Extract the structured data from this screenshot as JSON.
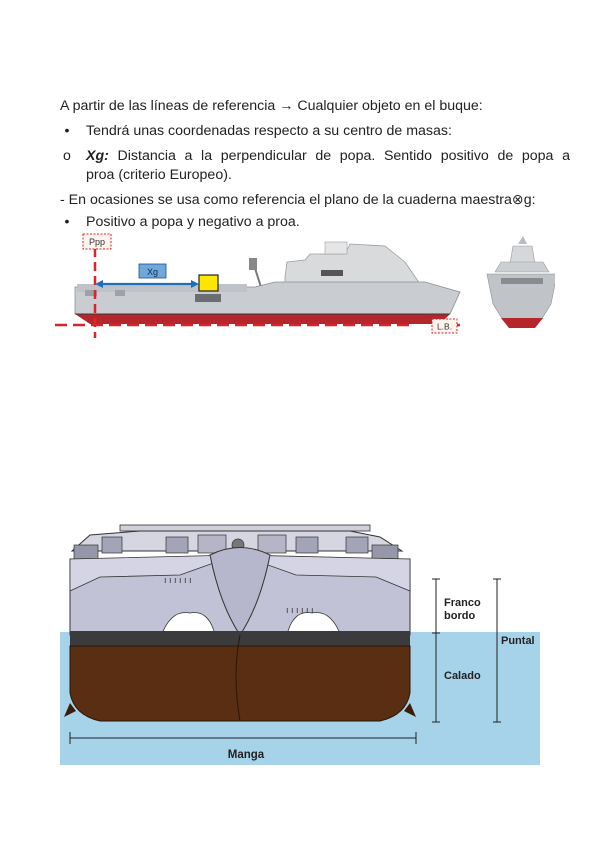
{
  "text": {
    "intro": "A partir de las líneas de referencia → Cualquier objeto en el buque:",
    "bullet1": "Tendrá unas coordenadas respecto a su centro de masas:",
    "bullet1_marker": "•",
    "sub_marker": "o",
    "xg_term": "Xg:",
    "xg_def_line1": "Distancia a la perpendicular de popa. Sentido positivo de popa a",
    "xg_def_line2": "proa (criterio Europeo).",
    "alt_line": "- En ocasiones se usa como referencia el plano de la cuaderna maestra",
    "alt_symbol": "⊗",
    "alt_suffix": "g:",
    "bullet2": "Positivo a popa y negativo a proa.",
    "bullet2_marker": "•"
  },
  "top_figure": {
    "ppp_label": "Ppp",
    "xg_label": "Xg",
    "lb_label": "L.B."
  },
  "bottom_figure": {
    "franco_label_1": "Franco",
    "franco_label_2": "bordo",
    "puntal_label": "Puntal",
    "calado_label": "Calado",
    "manga_label": "Manga"
  },
  "colors": {
    "ref_red": "#d9252a",
    "arrow_blue": "#1d6fb8",
    "xg_box": "#6fa8dc",
    "cg_yellow": "#ffe600",
    "hull_red": "#b4262b",
    "ship_grey": "#c9ccd0",
    "water": "#a7d3ea",
    "hull_brown": "#5a2e13",
    "ship_lilac": "#c2c2d6"
  }
}
